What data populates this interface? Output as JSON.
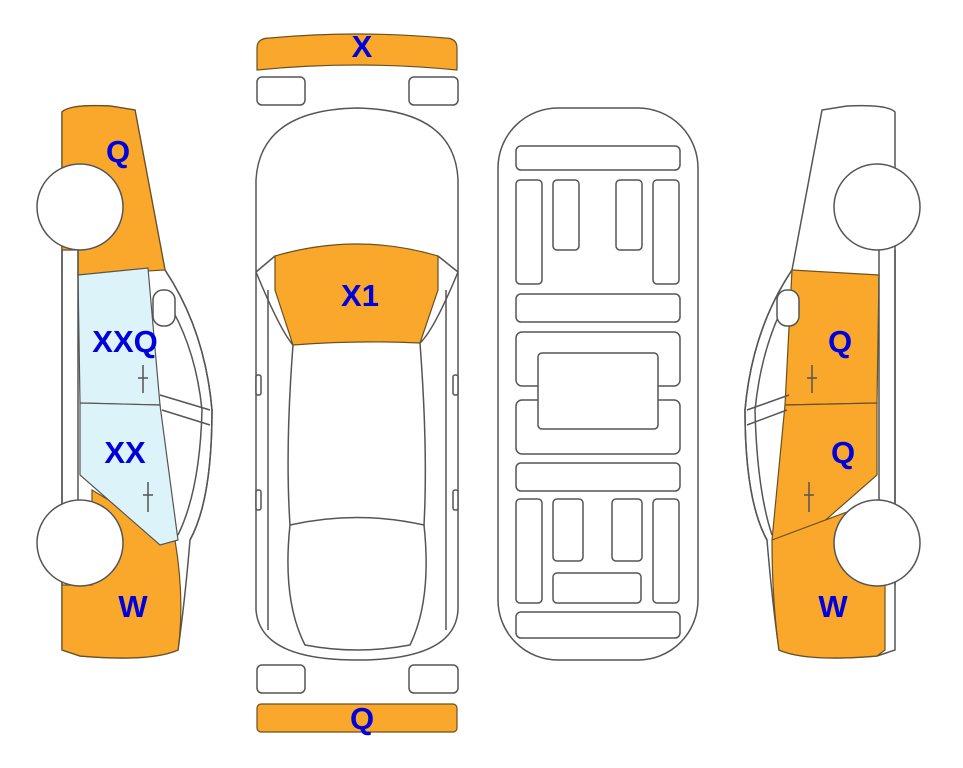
{
  "colors": {
    "damage": "#F9A82C",
    "glass": "#DDF3FA",
    "label": "#0000DD",
    "outline": "#555555"
  },
  "labels": {
    "front_bumper": "X",
    "hood": "X1",
    "rear_bumper": "Q",
    "left_front_fender": "Q",
    "left_front_door": "XXQ",
    "left_rear_door": "XX",
    "left_rear_quarter": "W",
    "right_front_door": "Q",
    "right_rear_door": "Q",
    "right_rear_quarter": "W"
  }
}
